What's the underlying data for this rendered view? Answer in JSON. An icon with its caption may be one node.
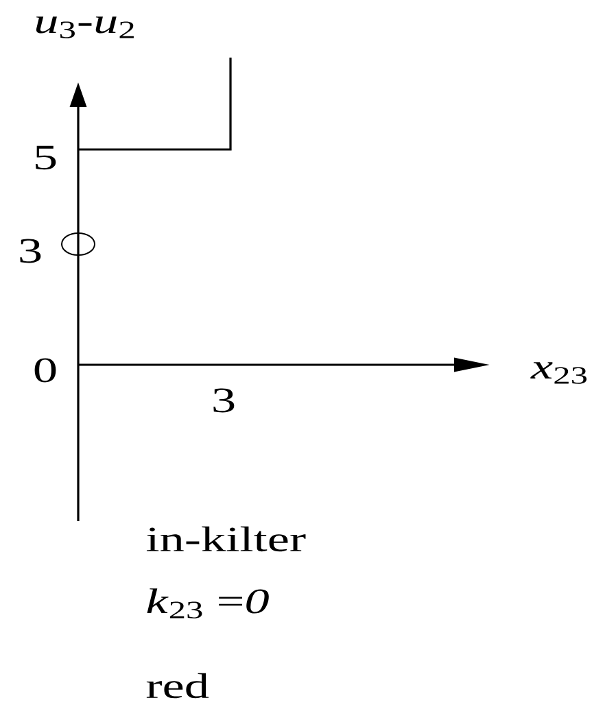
{
  "diagram": {
    "labels": [
      "*u*$_{3}$-*u*$_{2}$",
      "5",
      "3",
      "0",
      "3",
      "*x*$_{23}$",
      "in-kilter",
      "*k*$_{23}$ =*0*",
      "red"
    ]
  }
}
